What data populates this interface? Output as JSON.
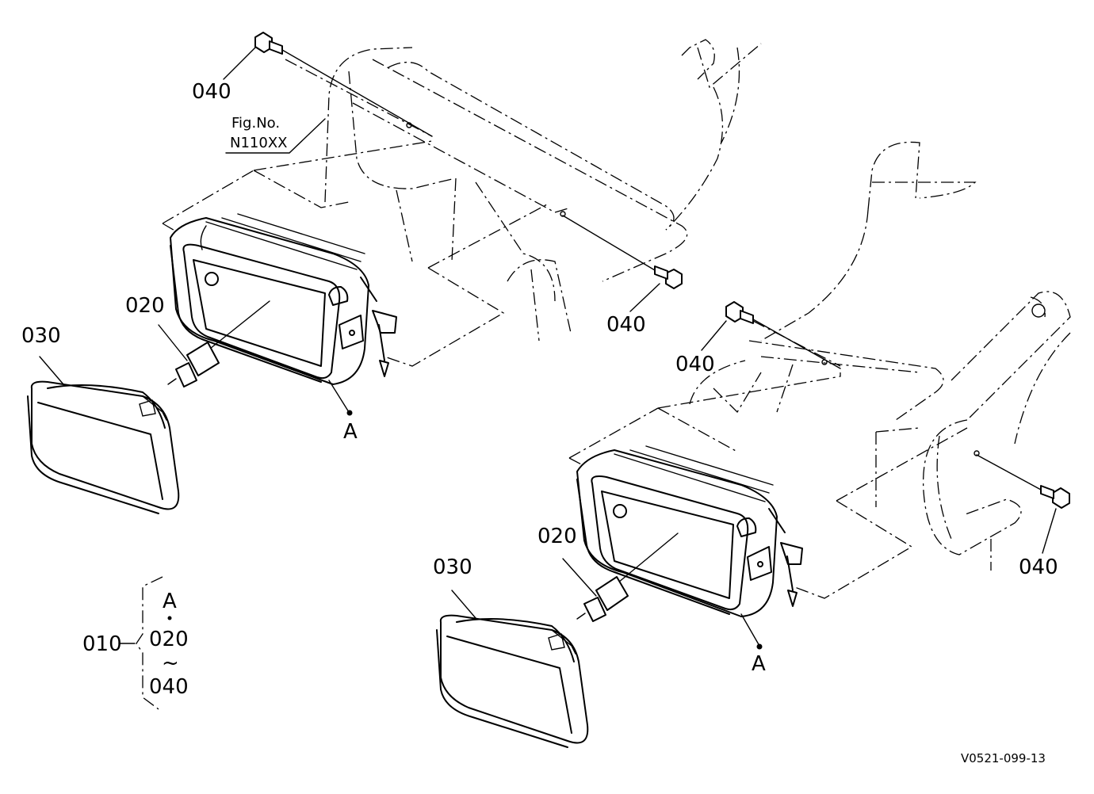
{
  "labels": {
    "fig_line1": "Fig.No.",
    "fig_line2": "N110XX",
    "bolt_top": "040",
    "bolt_mid": "040",
    "bolt_right_upper": "040",
    "bolt_right_lower": "040",
    "bulb_left": "020",
    "bulb_right": "020",
    "lens_left": "030",
    "lens_right": "030",
    "ref_a_left": "A",
    "ref_a_right": "A",
    "drawing_no": "V0521-099-13"
  },
  "legend": {
    "assembly": "010",
    "ref": "A",
    "dot": "・",
    "from": "020",
    "tilde": "~",
    "to": "040"
  }
}
